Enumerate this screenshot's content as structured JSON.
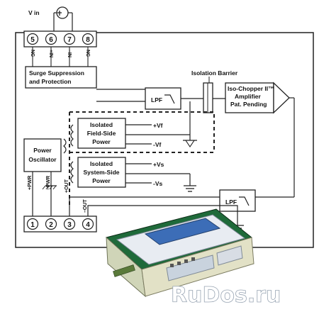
{
  "top": {
    "vin_label": "V in",
    "pins": [
      "5",
      "6",
      "7",
      "8"
    ],
    "pin_labels": [
      "NC",
      "+IN",
      "–IN",
      "NC"
    ]
  },
  "blocks": {
    "surge": [
      "Surge Suppression",
      "and Protection"
    ],
    "lpf_in": "LPF",
    "isolation_barrier": "Isolation Barrier",
    "amplifier": [
      "Iso-Chopper II™",
      "Amplifier",
      "Pat. Pending"
    ],
    "field_power": [
      "Isolated",
      "Field-Side",
      "Power"
    ],
    "system_power": [
      "Isolated",
      "System-Side",
      "Power"
    ],
    "oscillator": [
      "Power",
      "Oscillator"
    ],
    "lpf_out": "LPF"
  },
  "rails": {
    "field_pos": "+Vf",
    "field_neg": "-Vf",
    "system_pos": "+Vs",
    "system_neg": "-Vs"
  },
  "bottom": {
    "pins": [
      "1",
      "2",
      "3",
      "4"
    ],
    "pin_labels": [
      "+PWR",
      "–PWR",
      "+OUT",
      "–OUT"
    ]
  },
  "watermark": "RuDos.ru"
}
